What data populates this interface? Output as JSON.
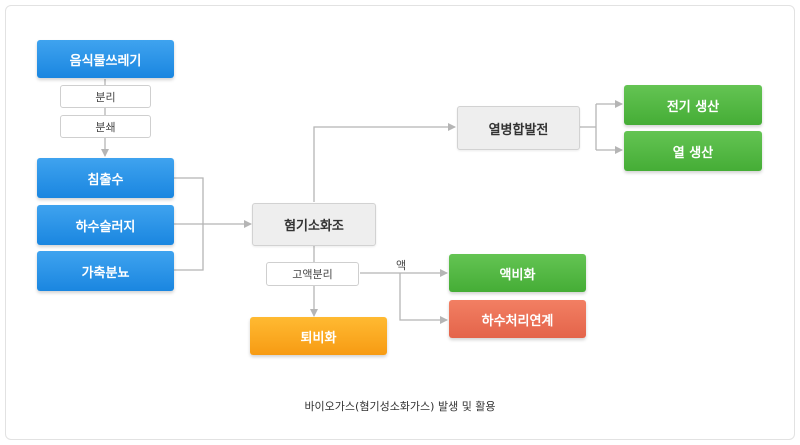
{
  "nodes": {
    "food_waste": "음식물쓰레기",
    "leachate": "침출수",
    "sewage_sludge": "하수슬러지",
    "livestock_manure": "가축분뇨",
    "anaerobic_digestion": "혐기소화조",
    "chp": "열병합발전",
    "electricity": "전기 생산",
    "heat": "열 생산",
    "liquid_fertilizer": "액비화",
    "sewage_link": "하수처리연계",
    "compost": "퇴비화"
  },
  "labels": {
    "separation": "분리",
    "crushing": "분쇄",
    "solid_liquid_separation": "고액분리",
    "liquid": "액"
  },
  "caption": "바이오가스(혐기성소화가스) 발생 및 활용",
  "colors": {
    "blue": "#1a86e0",
    "green": "#45ad36",
    "orange": "#f79b13",
    "salmon": "#e4644a",
    "gray": "#eeeeee",
    "line": "#b5b5b5"
  }
}
